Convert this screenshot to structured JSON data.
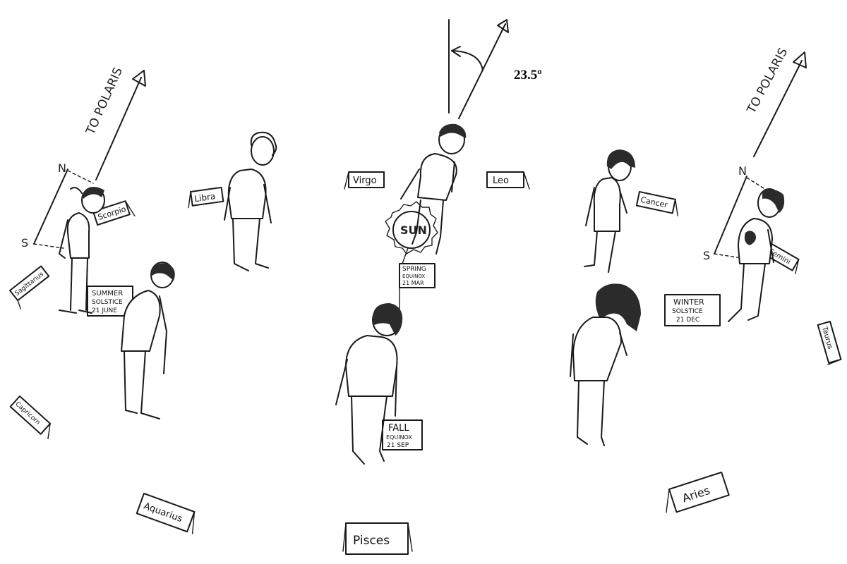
{
  "angle_label": "23.5º",
  "polaris": {
    "left_label": "TO POLARIS",
    "right_label": "TO POLARIS"
  },
  "axis_markers": {
    "north": "N",
    "south": "S"
  },
  "sun_label": "SUN",
  "zodiac_signs": [
    "Scorpio",
    "Libra",
    "Virgo",
    "Leo",
    "Cancer",
    "Gemini",
    "Sagittarius",
    "Capricorn",
    "Aquarius",
    "Pisces",
    "Aries",
    "Taurus"
  ],
  "seasonal_cards": {
    "summer": [
      "SUMMER",
      "SOLSTICE",
      "21 JUNE"
    ],
    "spring": [
      "SPRING",
      "EQUINOX",
      "21 MAR"
    ],
    "fall": [
      "FALL",
      "EQUINOX",
      "21 SEP"
    ],
    "winter": [
      "WINTER",
      "SOLSTICE",
      "21 DEC"
    ]
  },
  "colors": {
    "ink": "#1a1a1a",
    "background": "#ffffff"
  }
}
